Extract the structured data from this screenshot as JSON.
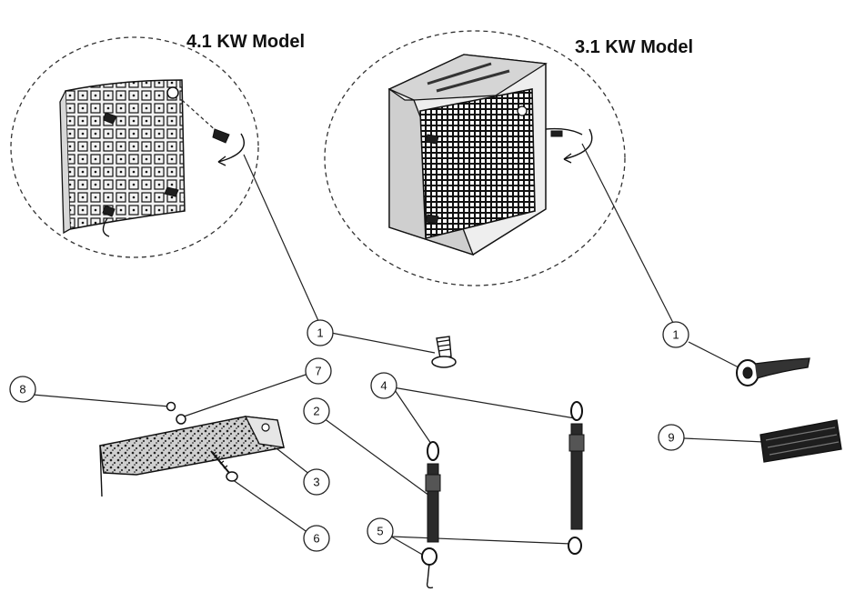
{
  "titles": {
    "left_model": "4.1 KW Model",
    "right_model": "3.1 KW Model"
  },
  "callouts": [
    "1",
    "1",
    "2",
    "3",
    "4",
    "5",
    "6",
    "7",
    "8",
    "9"
  ]
}
